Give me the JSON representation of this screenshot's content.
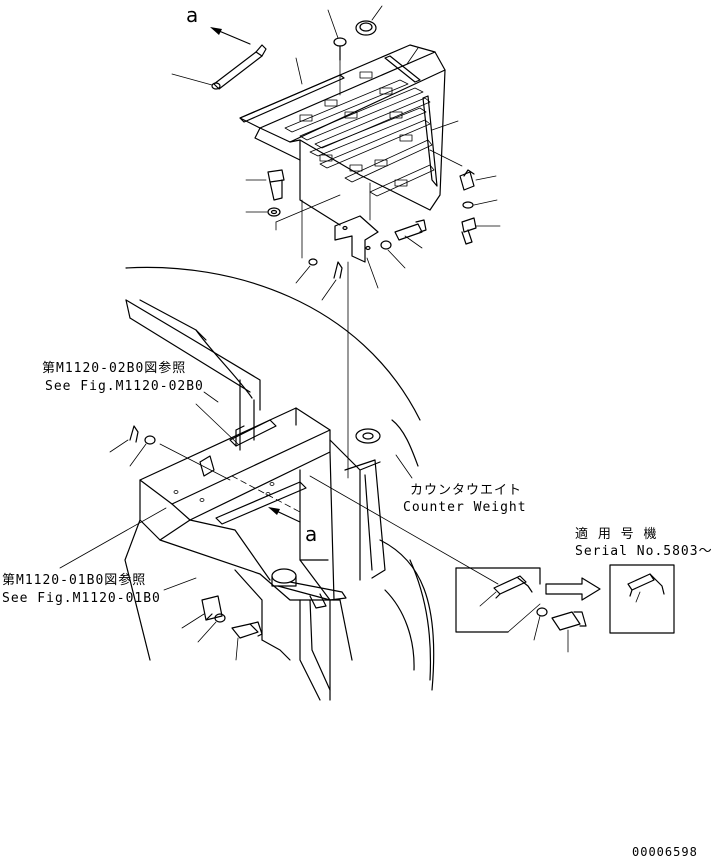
{
  "view_markers": {
    "top_marker": "a",
    "bottom_marker": "a"
  },
  "references": {
    "ref1_jp": "第M1120-02B0図参照",
    "ref1_en": "See Fig.M1120-02B0",
    "ref2_jp": "第M1120-01B0図参照",
    "ref2_en": "See Fig.M1120-01B0"
  },
  "counterweight": {
    "jp": "カウンタウエイト",
    "en": "Counter Weight"
  },
  "serial": {
    "jp": "適 用 号 機",
    "en": "Serial No.5803～"
  },
  "drawing_number": "00006598"
}
